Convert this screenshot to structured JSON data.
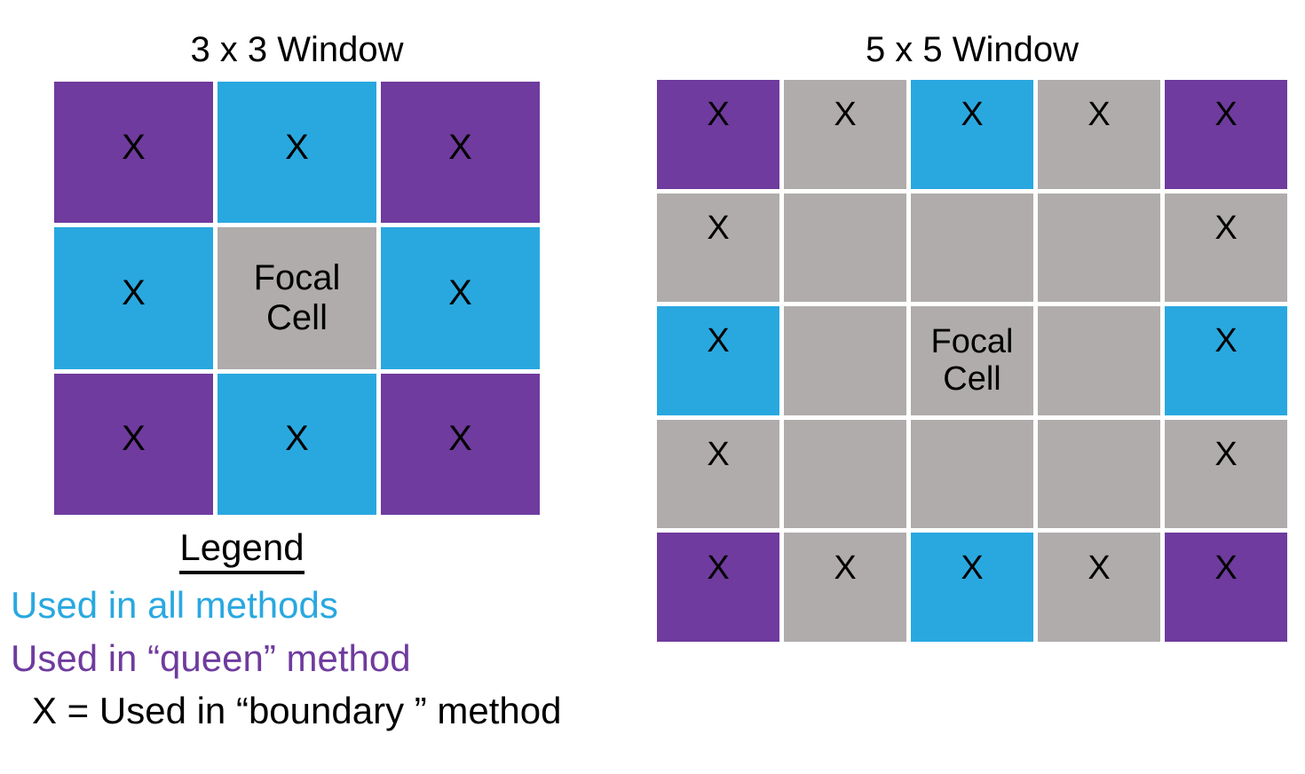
{
  "colors": {
    "all_methods_blue": "#29A8E0",
    "queen_purple": "#6F3B9E",
    "neutral_gray": "#B0ACAC",
    "mark_black": "#000000",
    "background": "#FFFFFF"
  },
  "panels": [
    {
      "id": "window-3x3",
      "title": "3 x 3 Window",
      "rows": 3,
      "cols": 3,
      "cells": [
        [
          {
            "color": "purple",
            "mark": "X"
          },
          {
            "color": "blue",
            "mark": "X"
          },
          {
            "color": "purple",
            "mark": "X"
          }
        ],
        [
          {
            "color": "blue",
            "mark": "X"
          },
          {
            "color": "gray",
            "focal": "Focal\nCell"
          },
          {
            "color": "blue",
            "mark": "X"
          }
        ],
        [
          {
            "color": "purple",
            "mark": "X"
          },
          {
            "color": "blue",
            "mark": "X"
          },
          {
            "color": "purple",
            "mark": "X"
          }
        ]
      ]
    },
    {
      "id": "window-5x5",
      "title": "5 x 5 Window",
      "rows": 5,
      "cols": 5,
      "cells": [
        [
          {
            "color": "purple",
            "mark": "X"
          },
          {
            "color": "gray",
            "mark": "X"
          },
          {
            "color": "blue",
            "mark": "X"
          },
          {
            "color": "gray",
            "mark": "X"
          },
          {
            "color": "purple",
            "mark": "X"
          }
        ],
        [
          {
            "color": "gray",
            "mark": "X"
          },
          {
            "color": "gray",
            "mark": ""
          },
          {
            "color": "gray",
            "mark": ""
          },
          {
            "color": "gray",
            "mark": ""
          },
          {
            "color": "gray",
            "mark": "X"
          }
        ],
        [
          {
            "color": "blue",
            "mark": "X"
          },
          {
            "color": "gray",
            "mark": ""
          },
          {
            "color": "gray",
            "focal": "Focal\nCell"
          },
          {
            "color": "gray",
            "mark": ""
          },
          {
            "color": "blue",
            "mark": "X"
          }
        ],
        [
          {
            "color": "gray",
            "mark": "X"
          },
          {
            "color": "gray",
            "mark": ""
          },
          {
            "color": "gray",
            "mark": ""
          },
          {
            "color": "gray",
            "mark": ""
          },
          {
            "color": "gray",
            "mark": "X"
          }
        ],
        [
          {
            "color": "purple",
            "mark": "X"
          },
          {
            "color": "gray",
            "mark": "X"
          },
          {
            "color": "blue",
            "mark": "X"
          },
          {
            "color": "gray",
            "mark": "X"
          },
          {
            "color": "purple",
            "mark": "X"
          }
        ]
      ]
    }
  ],
  "legend": {
    "heading": "Legend",
    "entries": [
      {
        "text": "Used in all methods",
        "color_class": "all-methods",
        "color": "#29A8E0"
      },
      {
        "text": "Used in “queen” method",
        "color_class": "queen-method",
        "color": "#6F3B9E"
      },
      {
        "text": "X = Used in “boundary ” method",
        "color_class": "boundary-method",
        "color": "#000000"
      }
    ]
  }
}
